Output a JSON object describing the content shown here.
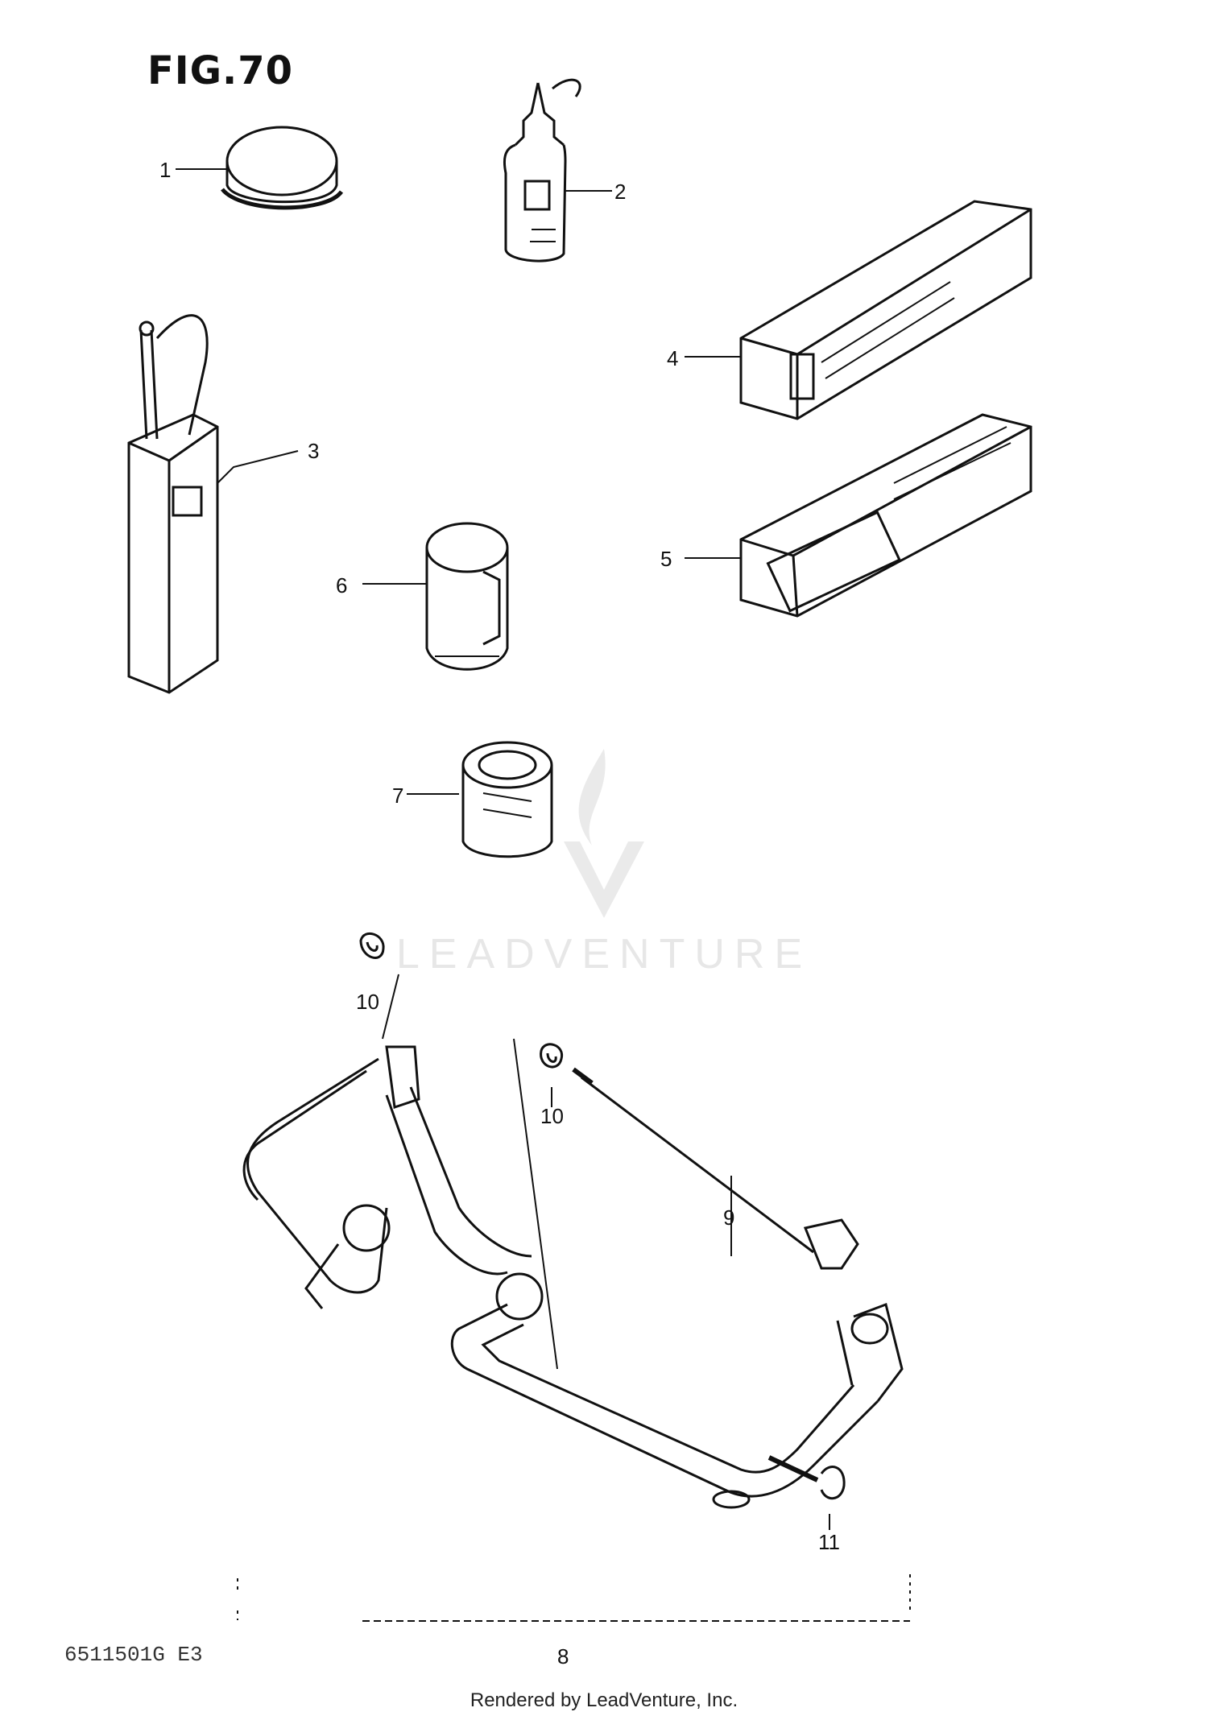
{
  "figure": {
    "title": "FIG.70"
  },
  "callouts": [
    {
      "id": "c1",
      "text": "1"
    },
    {
      "id": "c2",
      "text": "2"
    },
    {
      "id": "c3",
      "text": "3"
    },
    {
      "id": "c4",
      "text": "4"
    },
    {
      "id": "c5",
      "text": "5"
    },
    {
      "id": "c6",
      "text": "6"
    },
    {
      "id": "c7",
      "text": "7"
    },
    {
      "id": "c8",
      "text": "8"
    },
    {
      "id": "c9",
      "text": "9"
    },
    {
      "id": "c10a",
      "text": "10"
    },
    {
      "id": "c10b",
      "text": "10"
    },
    {
      "id": "c11",
      "text": "11"
    }
  ],
  "watermark": {
    "text": "LEADVENTURE"
  },
  "diagram_code": "6511501G E3",
  "footer": {
    "text": "Rendered by LeadVenture, Inc."
  },
  "colors": {
    "ink": "#111111",
    "watermark": "#e6e6e6"
  }
}
